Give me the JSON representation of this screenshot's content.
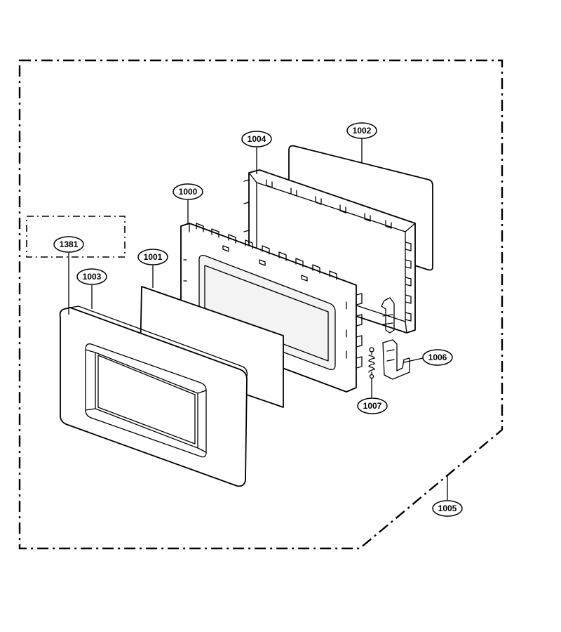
{
  "callouts": {
    "c1004": "1004",
    "c1002": "1002",
    "c1000": "1000",
    "c1381": "1381",
    "c1001": "1001",
    "c1003": "1003",
    "c1006": "1006",
    "c1007": "1007",
    "c1005": "1005"
  }
}
